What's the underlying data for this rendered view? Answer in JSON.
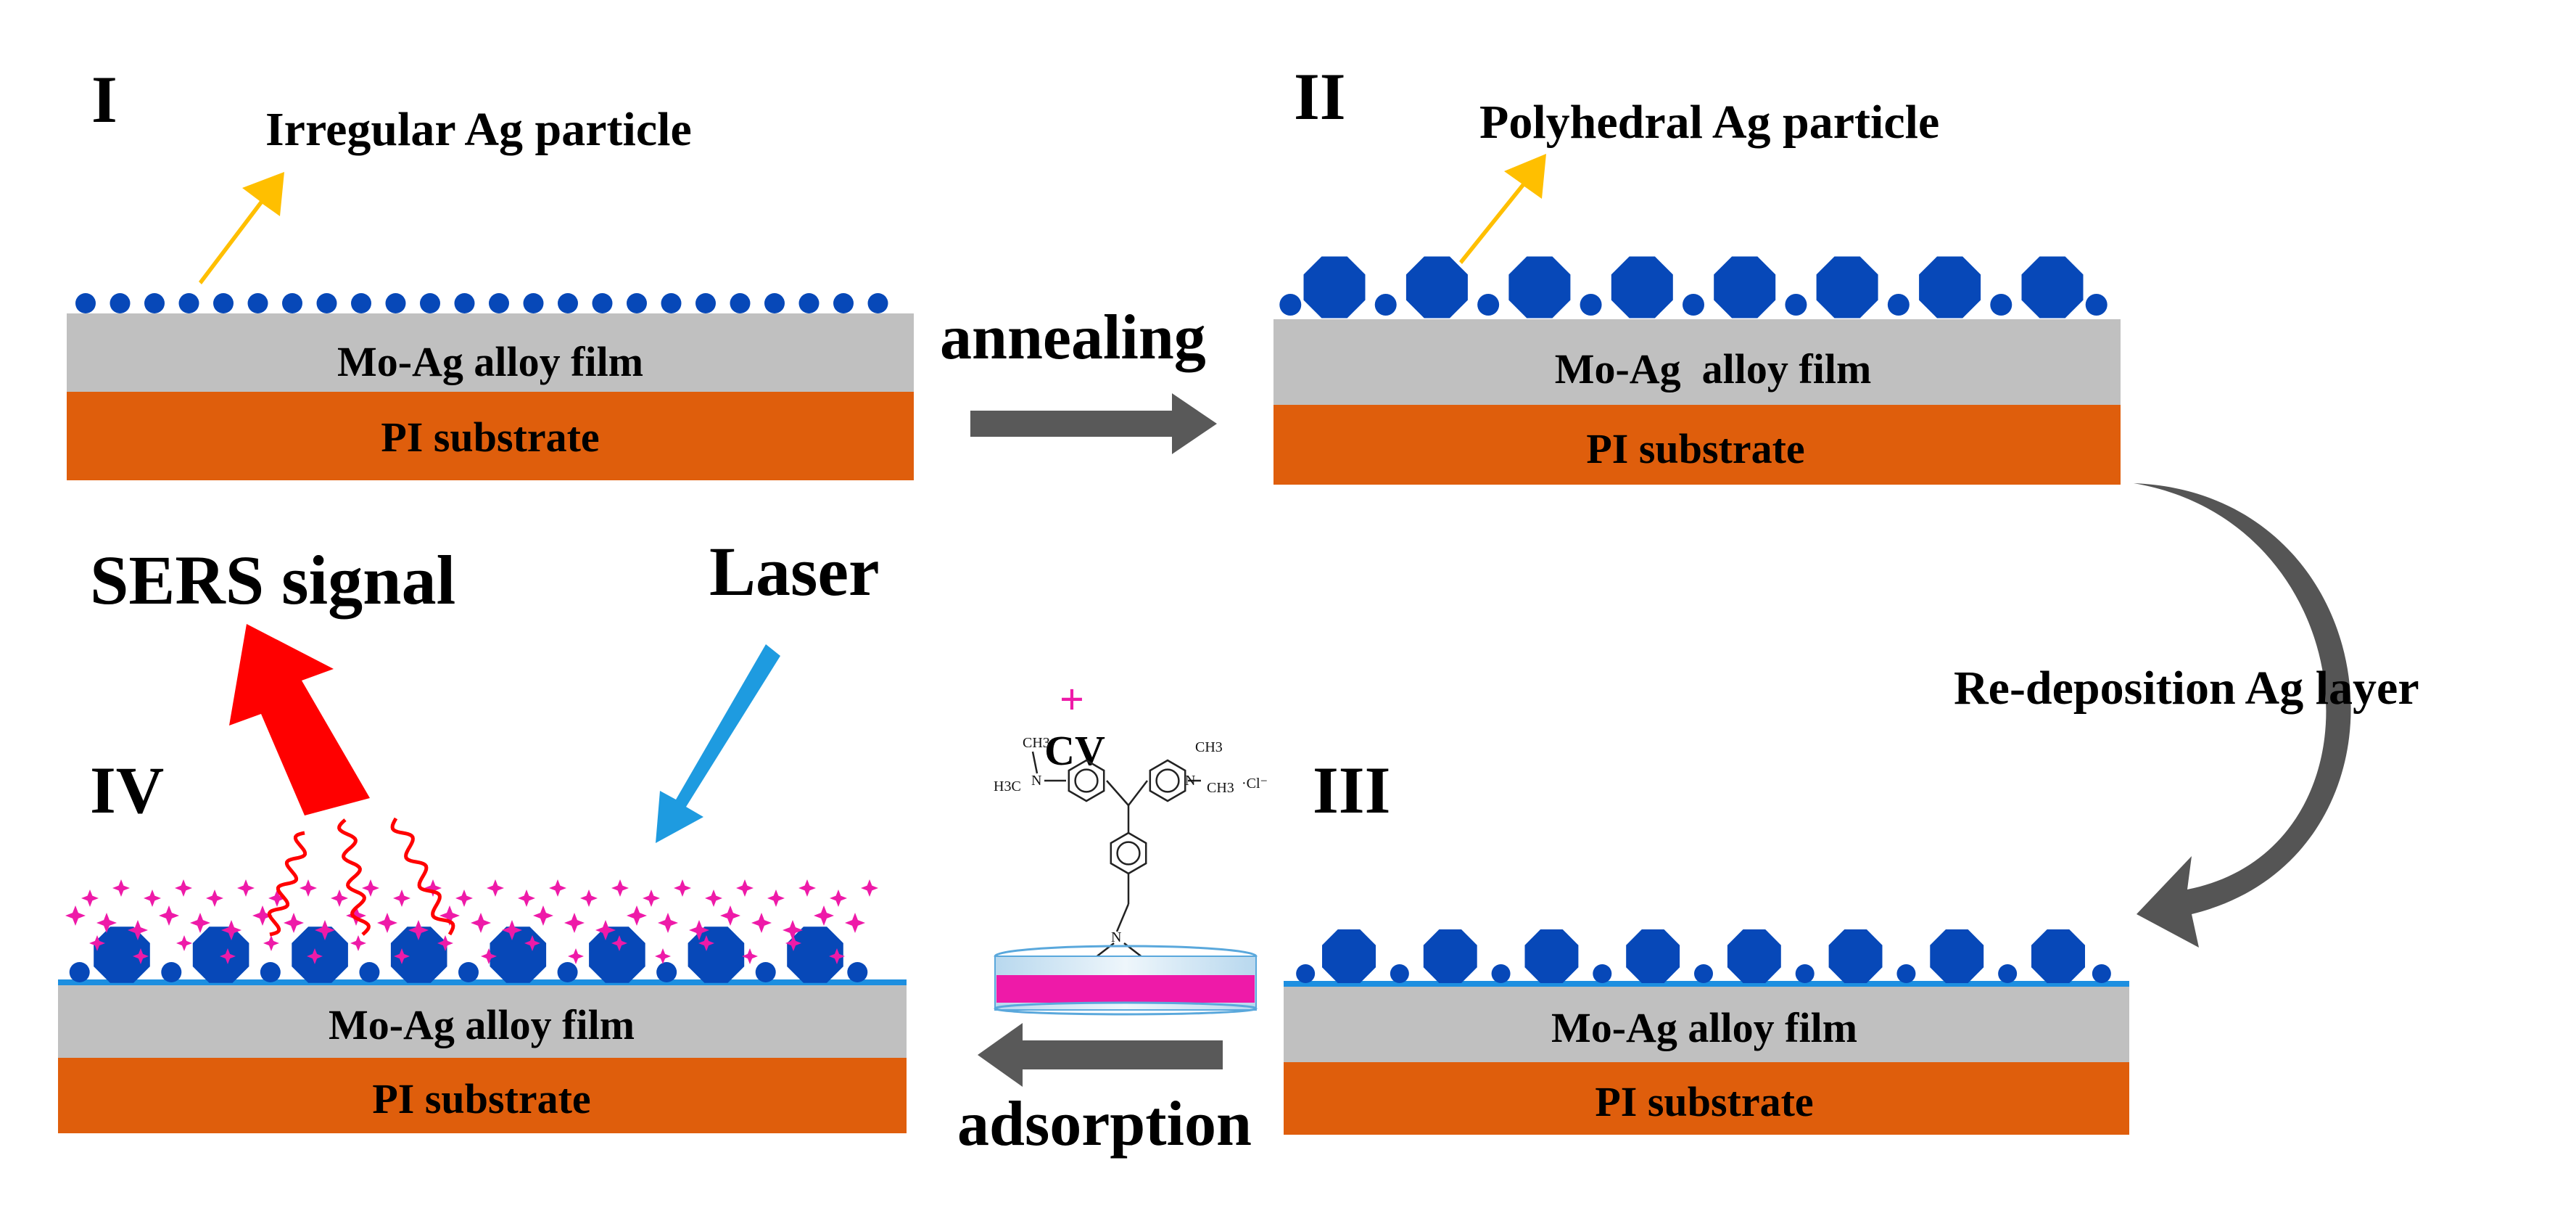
{
  "panels": {
    "I": {
      "label": "I",
      "particle_label": "Irregular Ag particle",
      "film_label": "Mo-Ag alloy film",
      "substrate_label": "PI substrate"
    },
    "II": {
      "label": "II",
      "particle_label": "Polyhedral Ag particle",
      "film_label": "Mo-Ag  alloy film",
      "substrate_label": "PI substrate"
    },
    "III": {
      "label": "III",
      "film_label": "Mo-Ag alloy film",
      "substrate_label": "PI substrate"
    },
    "IV": {
      "label": "IV",
      "film_label": "Mo-Ag alloy film",
      "substrate_label": "PI substrate",
      "signal_label": "SERS signal",
      "laser_label": "Laser"
    }
  },
  "steps": {
    "annealing": "annealing",
    "redeposition": "Re-deposition Ag layer",
    "adsorption": "adsorption"
  },
  "molecule": {
    "name": "CV",
    "groups": {
      "n_left": "N",
      "n_right": "N",
      "n_bottom": "N",
      "ch3": "CH3",
      "h3c": "H3C",
      "charge": "+",
      "counter_ion": "·Cl⁻"
    }
  },
  "colors": {
    "film_gray": "#c0c0c0",
    "substrate_orange": "#df5e0c",
    "particle_blue": "#0748b8",
    "line_blue": "#1d8fe0",
    "yellow_arrow": "#ffbf00",
    "process_arrow": "#595959",
    "sers_red": "#ff0000",
    "laser_blue": "#1e9be0",
    "dye_magenta": "#ee1aa8"
  }
}
